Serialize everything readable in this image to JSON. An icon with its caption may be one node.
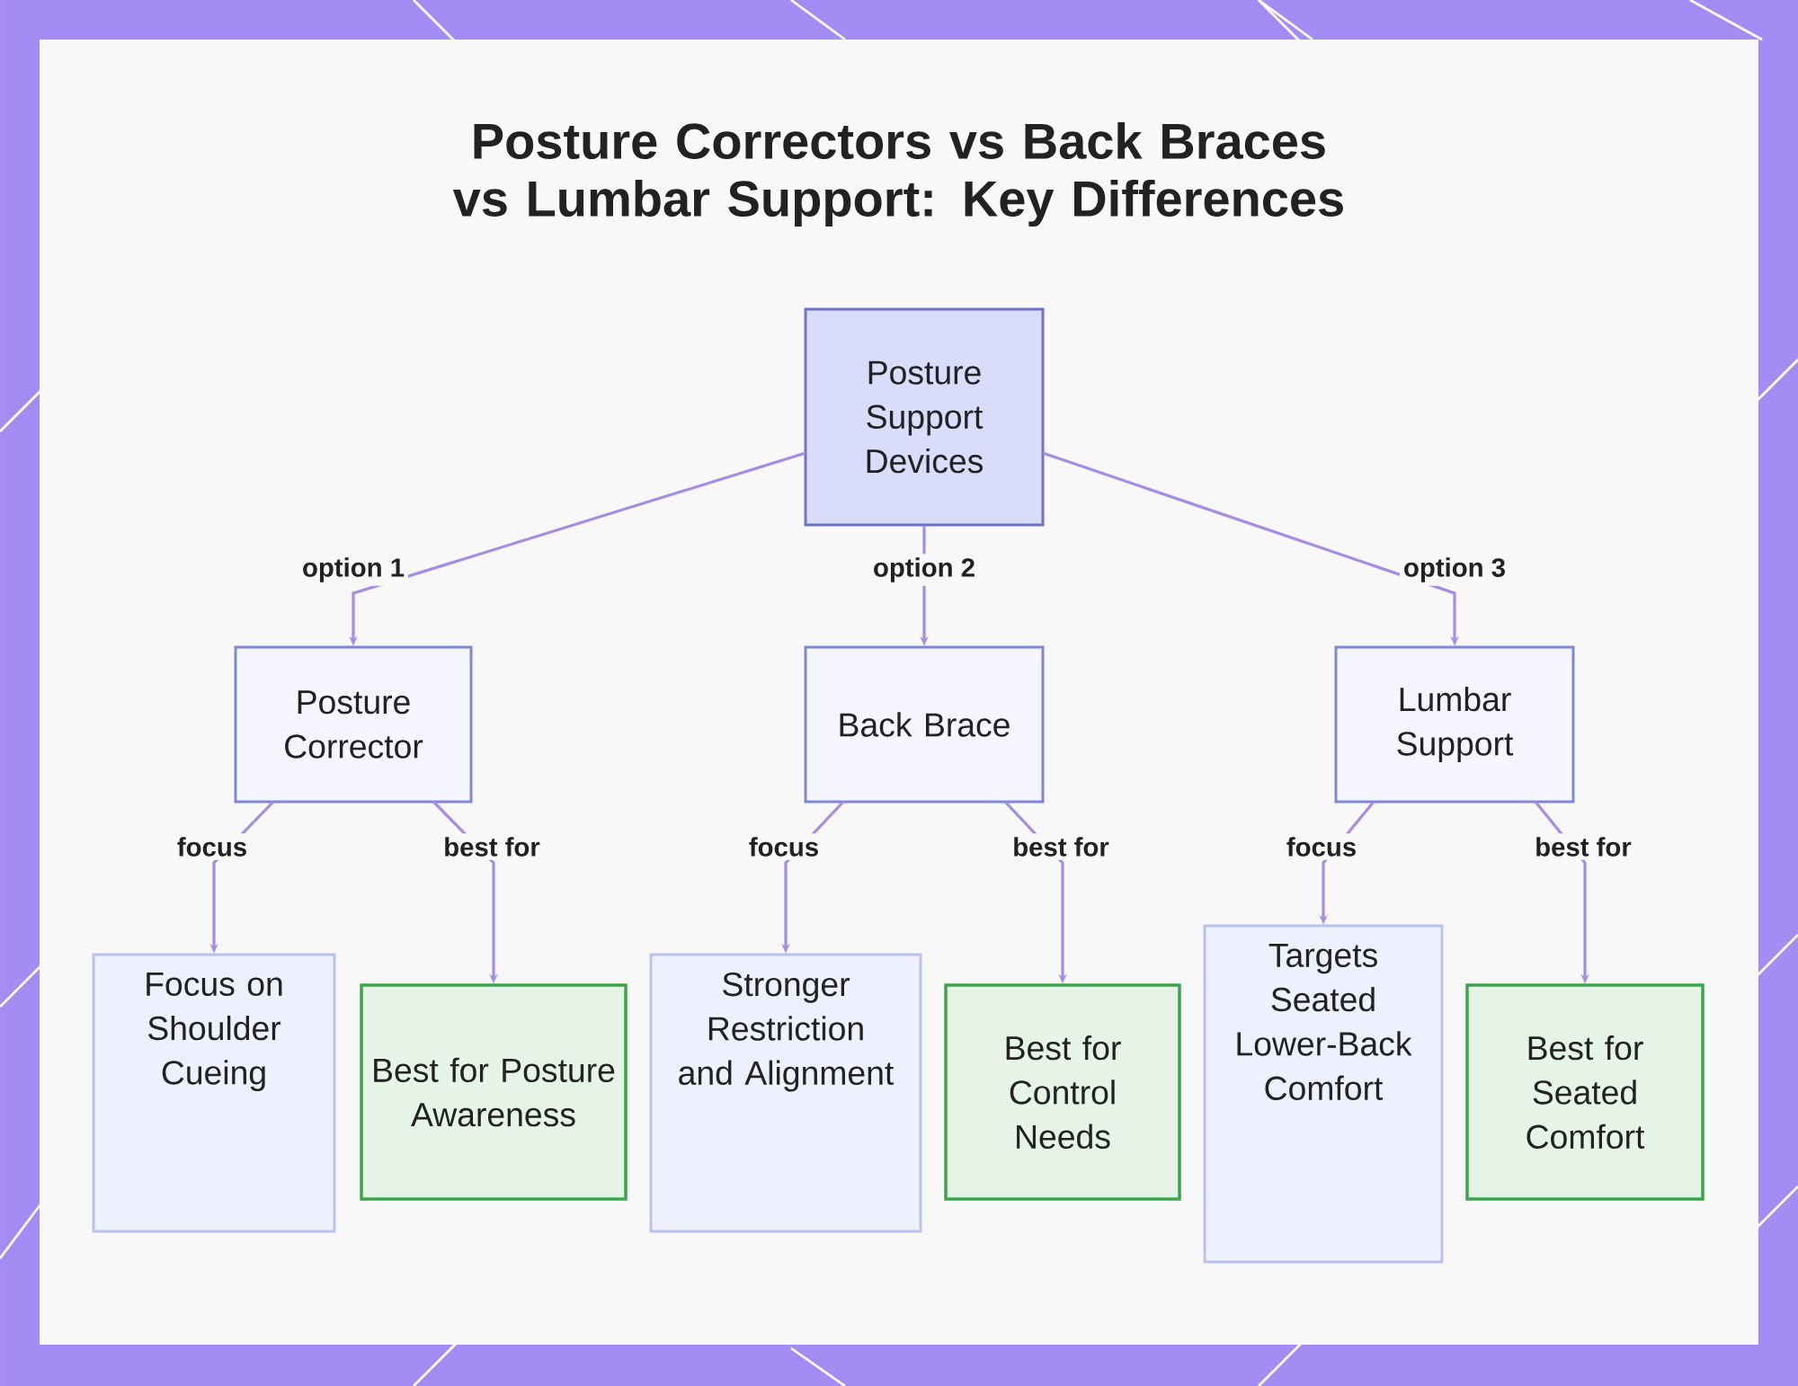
{
  "diagram": {
    "title": "Posture Correctors vs Back Braces vs Lumbar Support: Key Differences",
    "nodes": [
      {
        "text": [
          "Posture Support Devices"
        ]
      },
      {
        "text": [
          "Posture Corrector"
        ]
      },
      {
        "text": [
          "Back Brace"
        ]
      },
      {
        "text": [
          "Lumbar Support"
        ]
      },
      {
        "text": [
          "Focus on Shoulder Cueing"
        ]
      },
      {
        "text": [
          "Best for Posture Awareness"
        ]
      },
      {
        "text": [
          "Stronger Restriction and Alignment"
        ]
      },
      {
        "text": [
          "Best for Control Needs"
        ]
      },
      {
        "text": [
          "Targets Seated Lower-Back Comfort"
        ]
      },
      {
        "text": [
          "Best for Seated Comfort"
        ]
      }
    ],
    "edges": [
      {
        "from": 0,
        "to": 1,
        "arrow": "to",
        "label": "option 1"
      },
      {
        "from": 0,
        "to": 2,
        "arrow": "to",
        "label": "option 2"
      },
      {
        "from": 0,
        "to": 3,
        "arrow": "to",
        "label": "option 3"
      },
      {
        "from": 1,
        "to": 4,
        "arrow": "to",
        "label": "focus"
      },
      {
        "from": 1,
        "to": 5,
        "arrow": "to",
        "label": "best for"
      },
      {
        "from": 2,
        "to": 6,
        "arrow": "to",
        "label": "focus"
      },
      {
        "from": 2,
        "to": 7,
        "arrow": "to",
        "label": "best for"
      },
      {
        "from": 3,
        "to": 8,
        "arrow": "to",
        "label": "focus"
      },
      {
        "from": 3,
        "to": 9,
        "arrow": "to",
        "label": "best for"
      }
    ]
  }
}
